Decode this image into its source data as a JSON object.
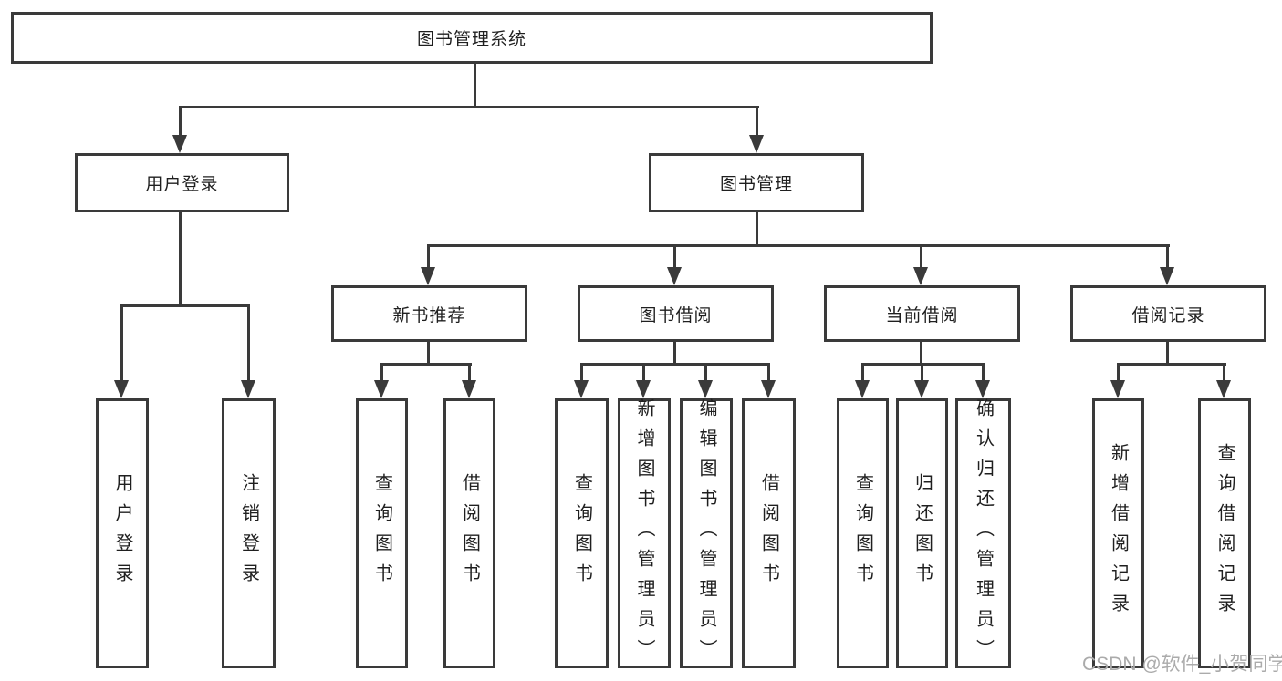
{
  "diagram": {
    "root": {
      "label": "图书管理系统"
    },
    "login_branch": {
      "label": "用户登录",
      "children": [
        "用户登录",
        "注销登录"
      ]
    },
    "management_branch": {
      "label": "图书管理",
      "groups": [
        {
          "label": "新书推荐",
          "children": [
            "查询图书",
            "借阅图书"
          ]
        },
        {
          "label": "图书借阅",
          "children": [
            "查询图书",
            "新增图书（管理员）",
            "编辑图书（管理员）",
            "借阅图书"
          ]
        },
        {
          "label": "当前借阅",
          "children": [
            "查询图书",
            "归还图书",
            "确认归还（管理员）"
          ]
        },
        {
          "label": "借阅记录",
          "children": [
            "新增借阅记录",
            "查询借阅记录"
          ]
        }
      ]
    }
  },
  "watermark": {
    "text": "CSDN @软件_小贺同学"
  },
  "colors": {
    "line": "#3a3a3a",
    "text": "#1f1f1f",
    "watermark": "#ababab",
    "background": "#ffffff"
  }
}
